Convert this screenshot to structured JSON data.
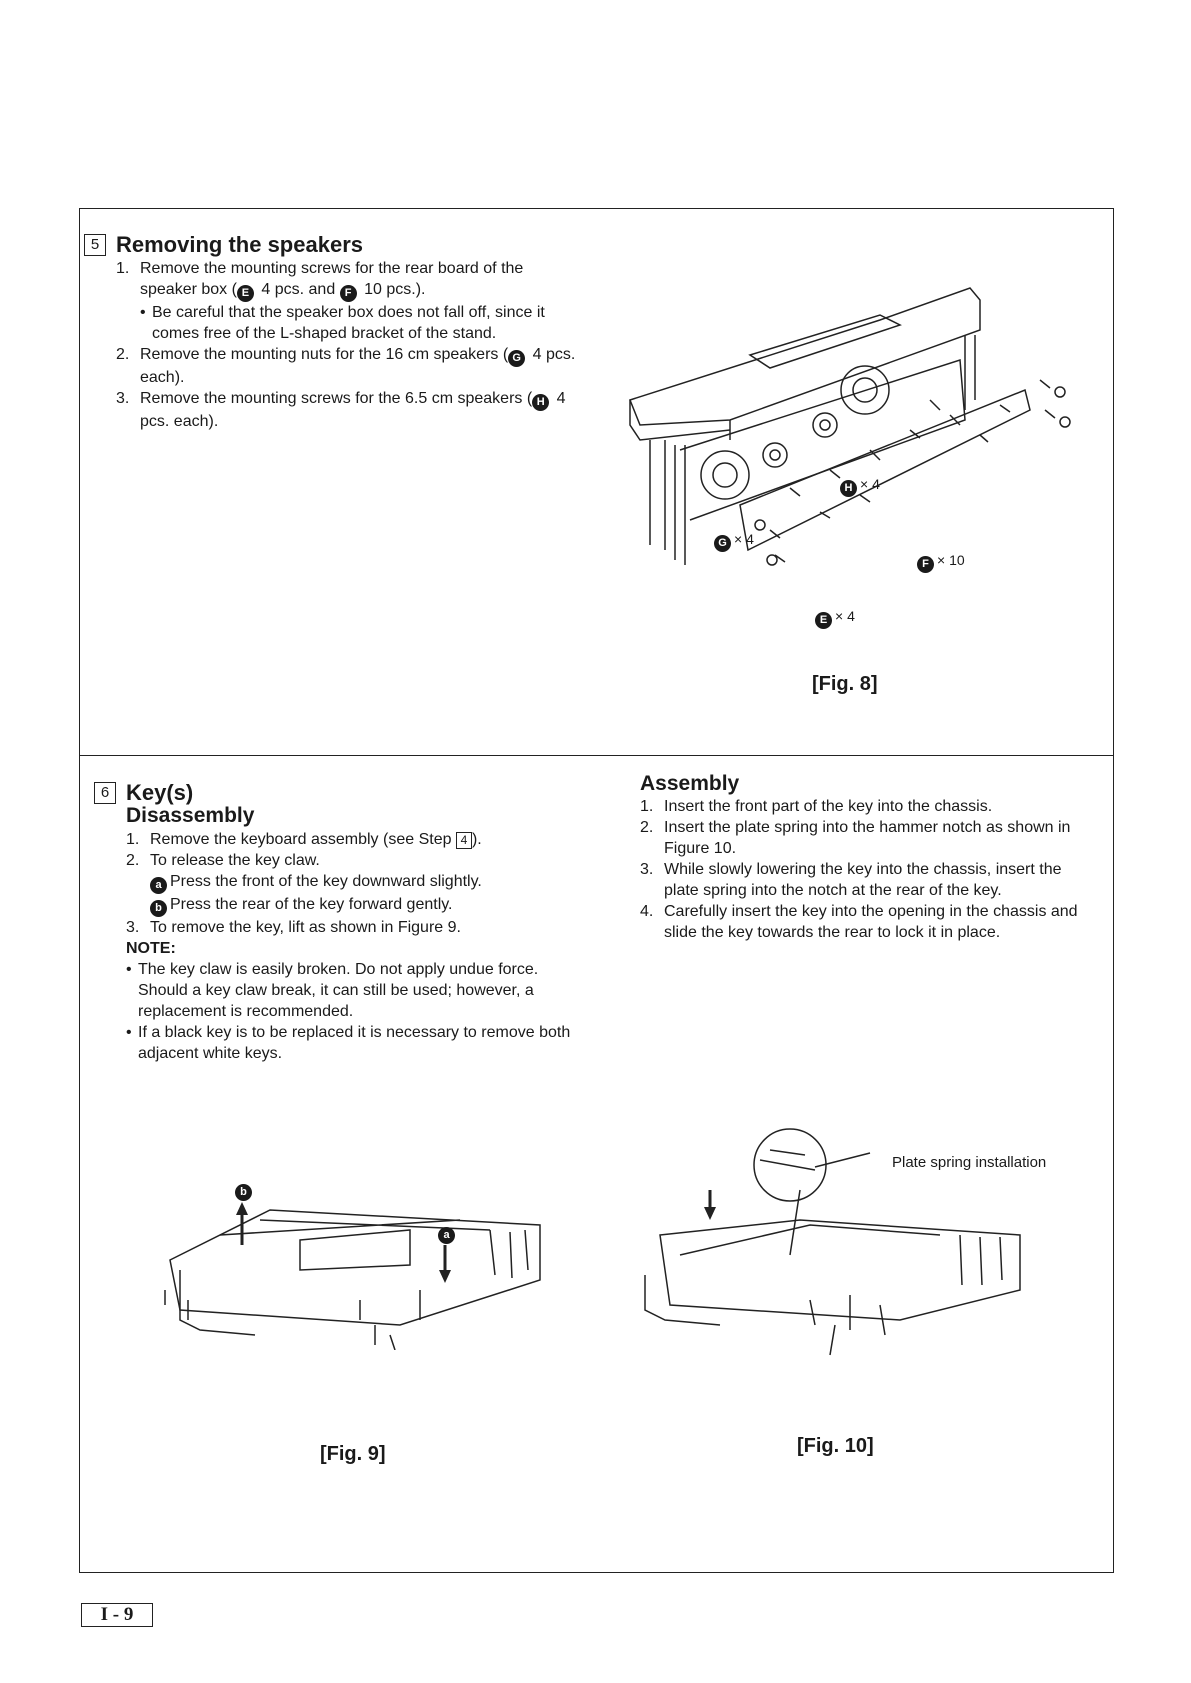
{
  "step5": {
    "number": "5",
    "title": "Removing the speakers",
    "items": [
      {
        "num": "1.",
        "parts": [
          "Remove the mounting screws for the rear board of the speaker box (",
          "E",
          " 4 pcs. and ",
          "F",
          " 10 pcs.)."
        ]
      },
      {
        "bullet": "Be careful that the speaker box does not fall off, since it comes free of the L-shaped bracket of the stand."
      },
      {
        "num": "2.",
        "parts": [
          "Remove the mounting nuts for the 16 cm speakers (",
          "G",
          " 4 pcs. each)."
        ]
      },
      {
        "num": "3.",
        "parts": [
          "Remove the mounting screws for the 6.5 cm speakers (",
          "H",
          " 4 pcs. each)."
        ]
      }
    ],
    "fig": {
      "caption": "[Fig. 8]",
      "callouts": {
        "h": "H",
        "h_count": "× 4",
        "g": "G",
        "g_count": "× 4",
        "f": "F",
        "f_count": "× 10",
        "e": "E",
        "e_count": "× 4"
      }
    }
  },
  "step6": {
    "number": "6",
    "title": "Key(s)",
    "disassembly_title": "Disassembly",
    "dis": {
      "i1_num": "1.",
      "i1_text": "Remove the keyboard assembly (see Step ",
      "i1_ref": "4",
      "i1_end": ").",
      "i2_num": "2.",
      "i2_text": "To release the key claw.",
      "a_marker": "a",
      "a_text": "Press the front of the key downward slightly.",
      "b_marker": "b",
      "b_text": "Press the rear of the key forward gently.",
      "i3_num": "3.",
      "i3_text": "To remove the key, lift as shown in Figure 9.",
      "note_label": "NOTE:",
      "note1": "The key claw is easily broken. Do not apply undue force. Should a key claw break, it can still be used; however, a replacement is recommended.",
      "note2": "If a black key is to be replaced it is necessary to remove both adjacent white keys."
    },
    "assembly_title": "Assembly",
    "asm": [
      {
        "num": "1.",
        "text": "Insert the front part of the key into the chassis."
      },
      {
        "num": "2.",
        "text": "Insert the plate spring into the hammer notch as shown in Figure 10."
      },
      {
        "num": "3.",
        "text": "While slowly lowering the key into the chassis, insert the plate spring into the notch at the rear of the key."
      },
      {
        "num": "4.",
        "text": "Carefully insert the key into the opening in the chassis and slide the key towards the rear to lock it in place."
      }
    ],
    "fig9": {
      "caption": "[Fig. 9]",
      "a": "a",
      "b": "b"
    },
    "fig10": {
      "caption": "[Fig. 10]",
      "label": "Plate spring installation"
    }
  },
  "page_number": "I - 9"
}
